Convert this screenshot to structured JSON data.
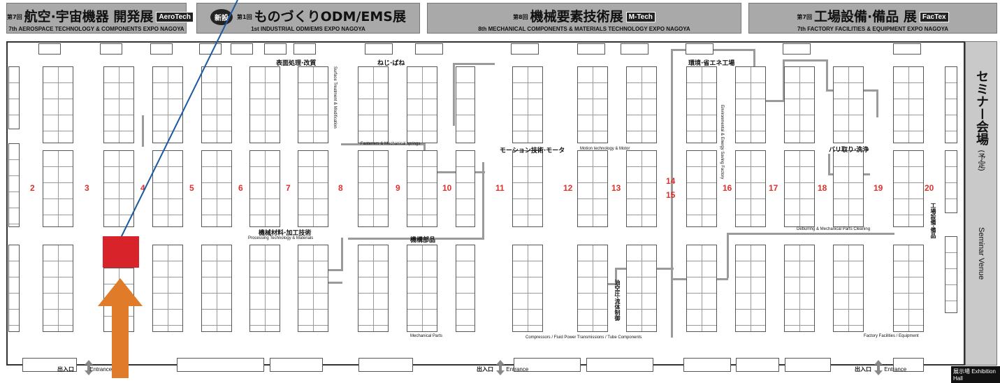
{
  "headers": [
    {
      "ordinal": "第7回",
      "jp": "航空·宇宙機器 開発展",
      "badge": "AeroTech",
      "en": "7th AEROSPACE TECHNOLOGY & COMPONENTS EXPO NAGOYA"
    },
    {
      "new_label": "新設",
      "ordinal": "第1回",
      "jp": "ものづくりODM/EMS展",
      "en": "1st INDUSTRIAL ODM/EMS EXPO NAGOYA"
    },
    {
      "ordinal": "第8回",
      "jp": "機械要素技術展",
      "badge": "M-Tech",
      "en": "8th MECHANICAL COMPONENTS & MATERIALS TECHNOLOGY EXPO NAGOYA"
    },
    {
      "ordinal": "第7回",
      "jp": "工場設備·備品 展",
      "badge": "FacTex",
      "en": "7th FACTORY FACILITIES & EQUIPMENT EXPO NAGOYA"
    }
  ],
  "aisles": [
    "2",
    "3",
    "4",
    "5",
    "6",
    "7",
    "8",
    "9",
    "10",
    "11",
    "12",
    "13",
    "14",
    "15",
    "16",
    "17",
    "18",
    "19",
    "20"
  ],
  "zones": {
    "surface": "表面処理·改質",
    "screws_jp": "ねじ·ばね",
    "screws_en": "Fasteners & Mechanical springs",
    "motion_jp": "モーション技術·モータ",
    "motion_en": "Motion technology & Motor",
    "energy": "環境·省エネ工場",
    "deburr_jp": "バリ取り·洗浄",
    "deburr_en": "Deburring & Mechanical Parts Cleaning",
    "processing_jp": "機械材料·加工技術",
    "processing_en": "Processing Technology & Materials",
    "mech_parts_jp": "機構部品",
    "mech_parts_en": "Mechanical Parts",
    "compressors_en": "Compressors / Fluid Power Transmissions / Tube Components",
    "factory_en": "Factory Facilities / Equipment",
    "factory_jp": "工場設備·備品",
    "fluid_jp": "油空圧·流体制御",
    "surface_v_en": "Surface Treatment & Modification",
    "energy_v_en": "Environmental & Energy Saving Factory"
  },
  "seminar": {
    "jp": "セミナー会場",
    "sub": "(予定)",
    "en": "Seminar Venue"
  },
  "entrances": [
    {
      "jp": "出入口",
      "en": "Entrance"
    },
    {
      "jp": "出入口",
      "en": "Entrance"
    },
    {
      "jp": "出入口",
      "en": "Entrance"
    }
  ],
  "logo": "展示場 Exhibition Hall",
  "colors": {
    "header_bg": "#a9a9a9",
    "marker": "#d8232a",
    "arrow": "#e07b2a",
    "aisle_number": "#e0302a",
    "pointer_line": "#1a5aa0",
    "route": "#9a9a9a"
  }
}
